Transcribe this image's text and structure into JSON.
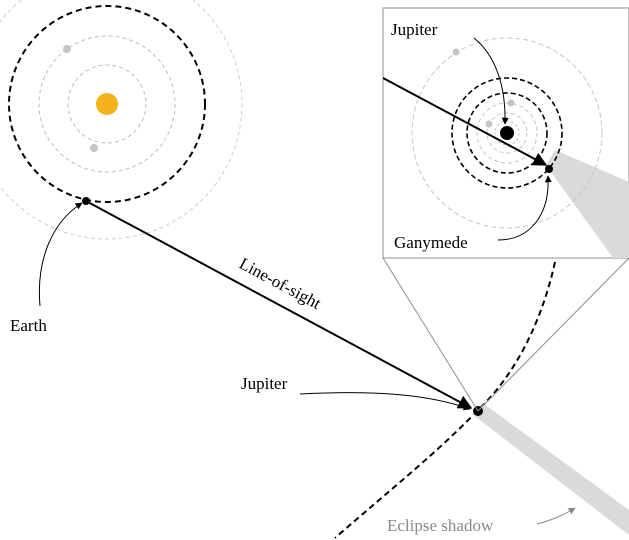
{
  "labels": {
    "earth": "Earth",
    "line_of_sight": "Line-of-sight",
    "jupiter_main": "Jupiter",
    "jupiter_inset": "Jupiter",
    "ganymede": "Ganymede",
    "eclipse_shadow": "Eclipse shadow"
  },
  "colors": {
    "sun": "#f5b21c",
    "orbit_gray": "#bdbdbd",
    "planet_gray": "#c4c4c4",
    "shadow": "#dadada",
    "ink": "#000000",
    "label_gray": "#8a8a8a"
  }
}
